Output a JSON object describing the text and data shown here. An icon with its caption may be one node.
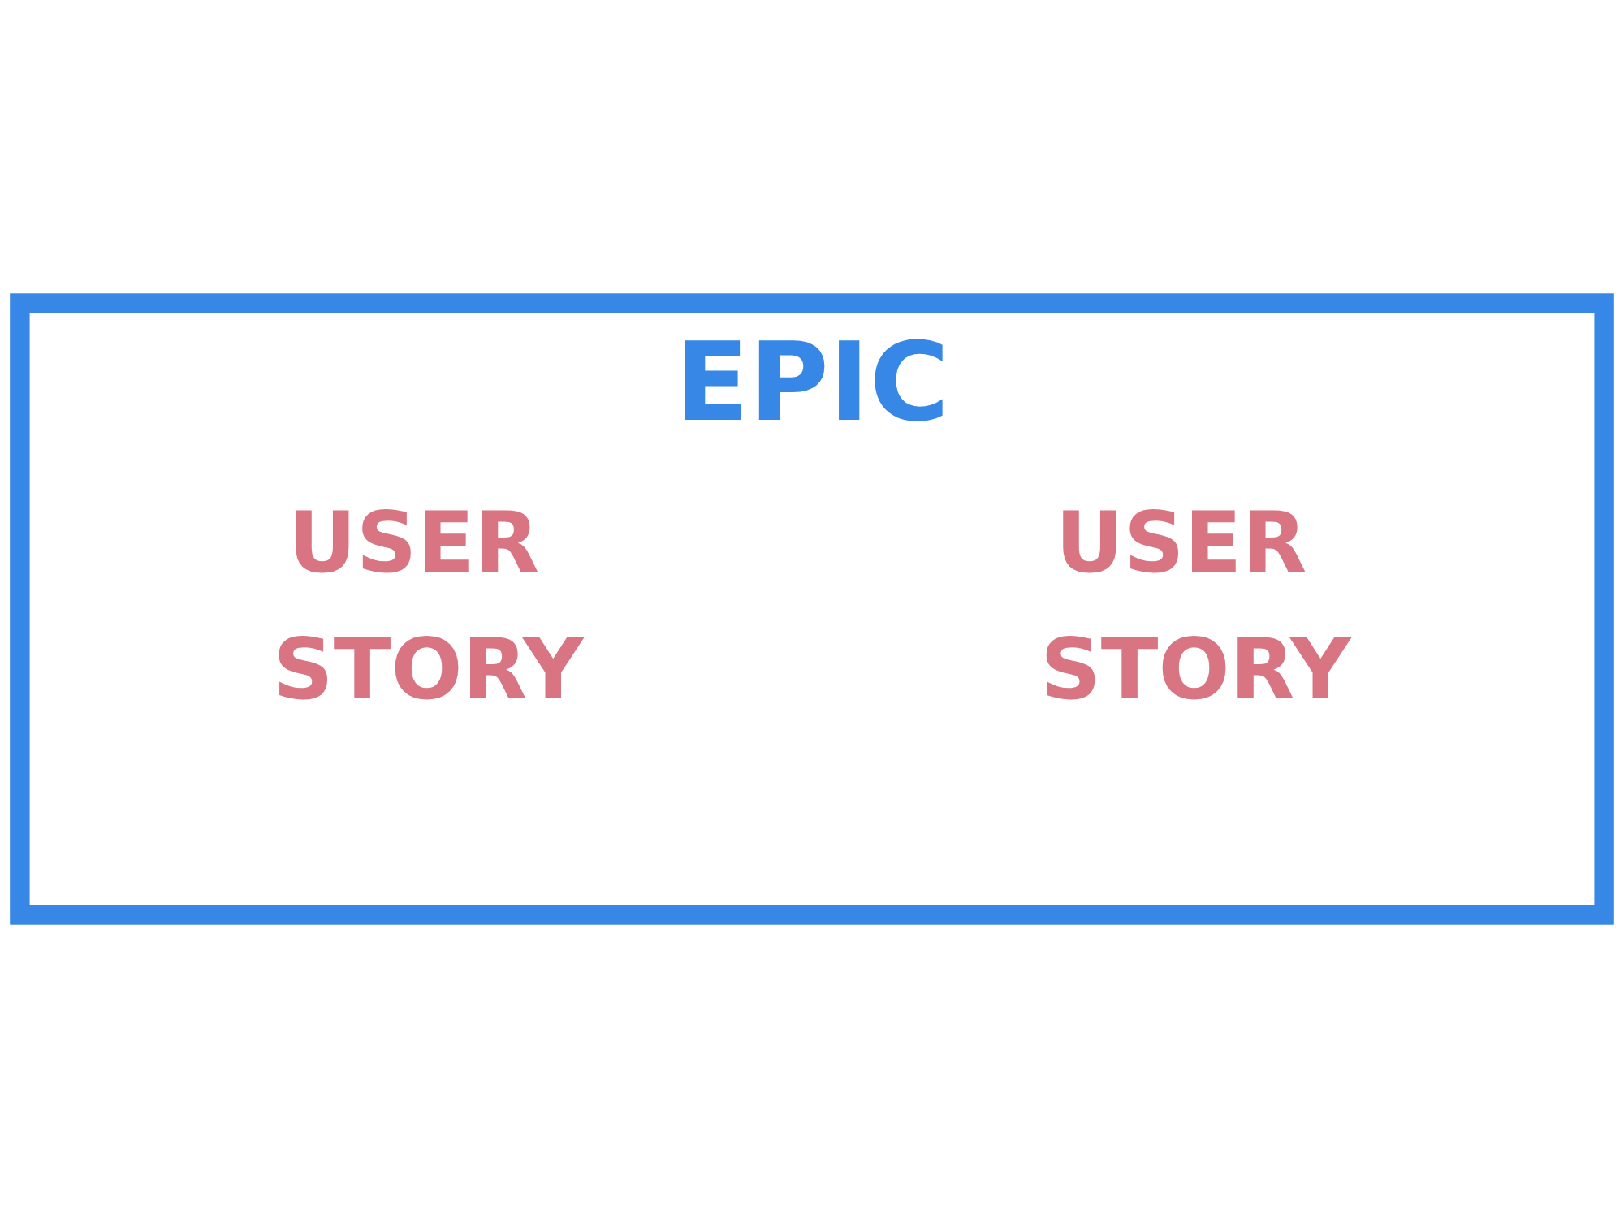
{
  "diagram": {
    "nodes": [
      {
        "text": [
          "EPIC"
        ]
      },
      {
        "text": [
          "USER STORY"
        ],
        "in": 0
      },
      {
        "text": [
          "USER STORY"
        ],
        "in": 0
      }
    ]
  }
}
